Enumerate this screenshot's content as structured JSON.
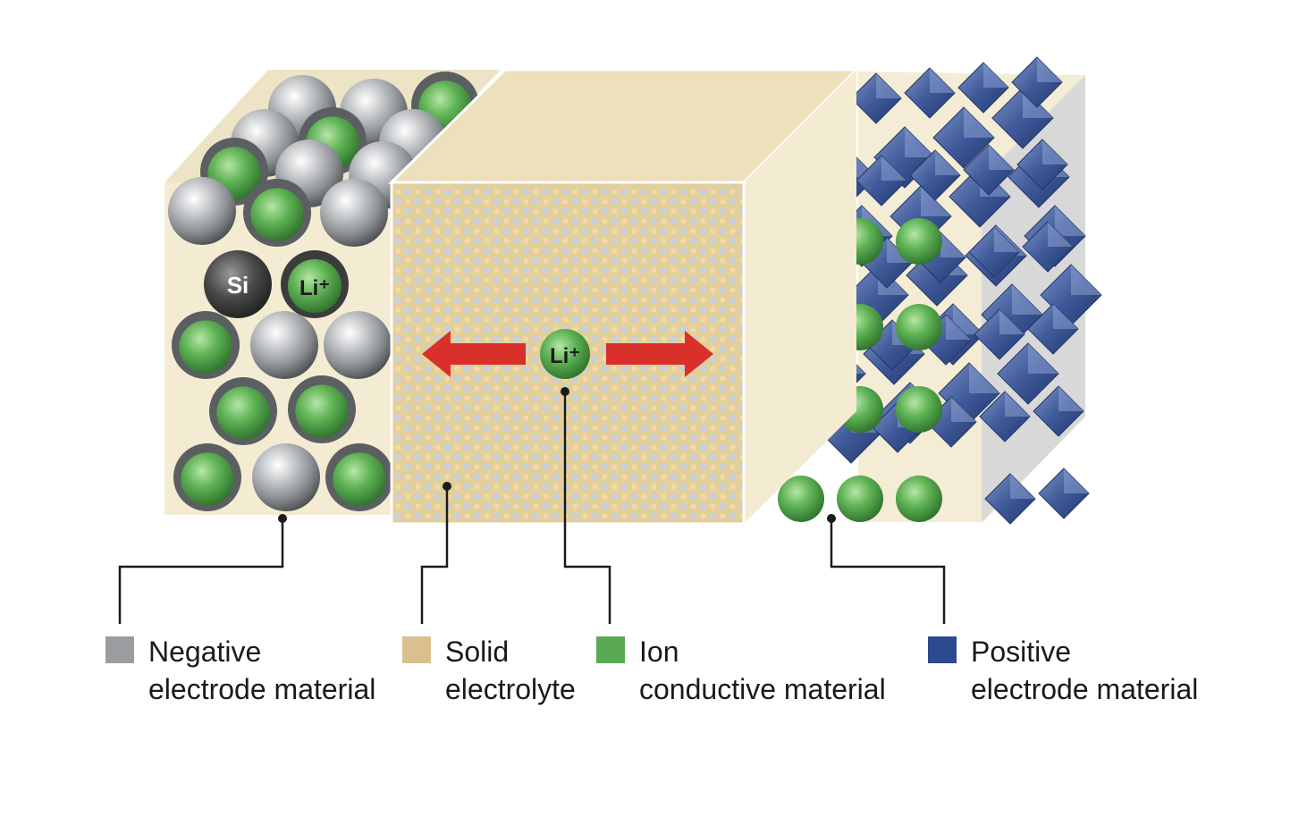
{
  "colors": {
    "negative_electrode": "#9a9d9f",
    "solid_electrolyte": "#d9c08e",
    "ion_conductive": "#5aa954",
    "positive_electrode": "#2d4a8e",
    "arrow": "#d9302b",
    "callout_line": "#1a1a1a"
  },
  "particles": {
    "silicon_label": "Si",
    "lithium_label": "Li⁺",
    "center_ion_label": "Li⁺"
  },
  "legend": {
    "negative": {
      "line1": "Negative",
      "line2": "electrode material",
      "icon": "gray-square"
    },
    "electrolyte": {
      "line1": "Solid",
      "line2": "electrolyte",
      "icon": "tan-square"
    },
    "ion": {
      "line1": "Ion",
      "line2": "conductive material",
      "icon": "green-square"
    },
    "positive": {
      "line1": "Positive",
      "line2": "electrode material",
      "icon": "blue-square"
    }
  }
}
